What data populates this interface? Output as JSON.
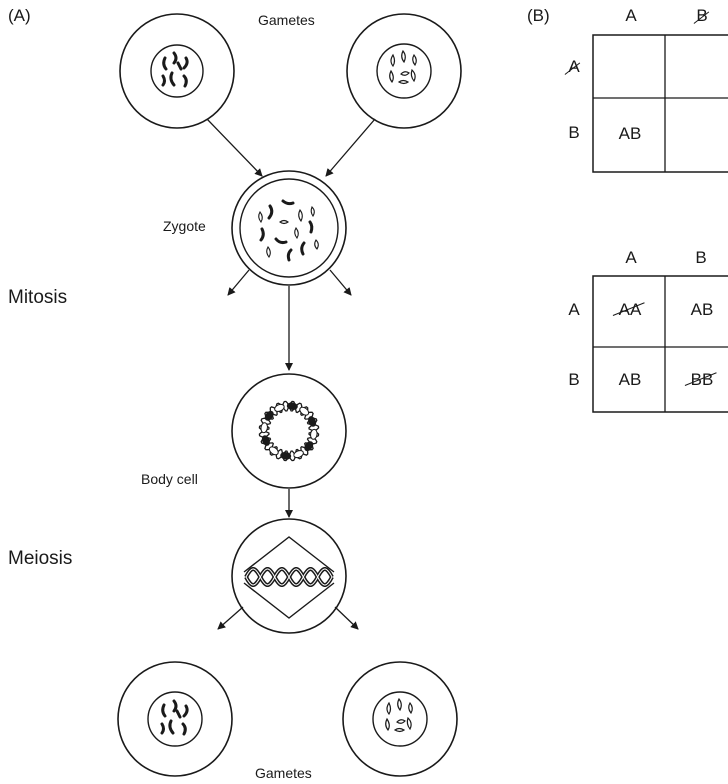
{
  "panel_a": {
    "label": "(A)",
    "gametes_top": "Gametes",
    "zygote": "Zygote",
    "mitosis": "Mitosis",
    "body_cell": "Body cell",
    "meiosis": "Meiosis",
    "gametes_bottom": "Gametes"
  },
  "panel_b": {
    "label": "(B)",
    "grid1": {
      "col_headers": [
        "A",
        "B"
      ],
      "row_headers": [
        "A",
        "B"
      ],
      "cells": [
        [
          "",
          ""
        ],
        [
          "AB",
          ""
        ]
      ],
      "struck_col_header": "B",
      "struck_row_header": "A"
    },
    "grid2": {
      "col_headers": [
        "A",
        "B"
      ],
      "row_headers": [
        "A",
        "B"
      ],
      "cells": [
        [
          "AA",
          "AB"
        ],
        [
          "AB",
          "BB"
        ]
      ],
      "struck_cells": [
        "AA",
        "BB"
      ]
    }
  }
}
